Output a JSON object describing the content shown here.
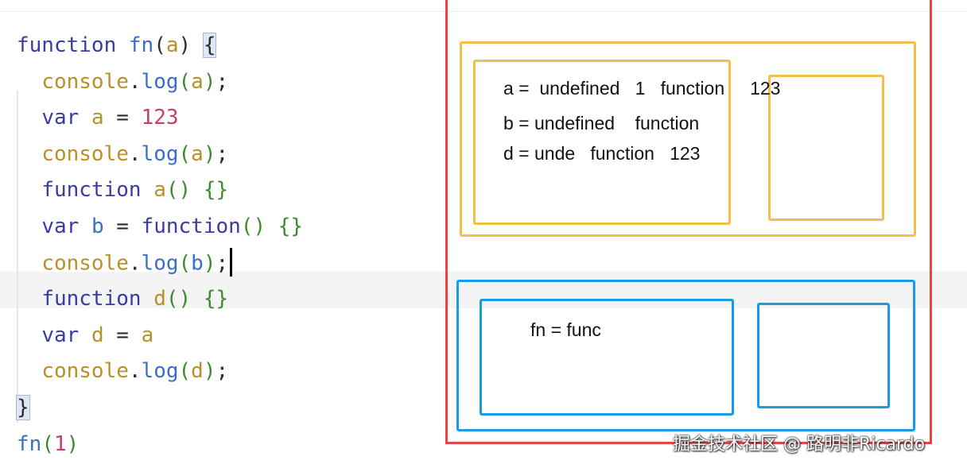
{
  "code": {
    "lines": [
      {
        "tokens": [
          {
            "t": "function",
            "c": "kw"
          },
          {
            "t": " ",
            "c": "plain"
          },
          {
            "t": "fn",
            "c": "fn"
          },
          {
            "t": "(",
            "c": "plain"
          },
          {
            "t": "a",
            "c": "param"
          },
          {
            "t": ") ",
            "c": "plain"
          },
          {
            "t": "{",
            "c": "plain",
            "hl": true
          }
        ]
      },
      {
        "tokens": [
          {
            "t": "  ",
            "c": "plain"
          },
          {
            "t": "console",
            "c": "obj"
          },
          {
            "t": ".",
            "c": "plain"
          },
          {
            "t": "log",
            "c": "method"
          },
          {
            "t": "(",
            "c": "paren"
          },
          {
            "t": "a",
            "c": "param"
          },
          {
            "t": ")",
            "c": "paren"
          },
          {
            "t": ";",
            "c": "plain"
          }
        ]
      },
      {
        "tokens": [
          {
            "t": "  ",
            "c": "plain"
          },
          {
            "t": "var",
            "c": "kw"
          },
          {
            "t": " ",
            "c": "plain"
          },
          {
            "t": "a",
            "c": "param"
          },
          {
            "t": " = ",
            "c": "plain"
          },
          {
            "t": "123",
            "c": "num"
          }
        ]
      },
      {
        "tokens": [
          {
            "t": "  ",
            "c": "plain"
          },
          {
            "t": "console",
            "c": "obj"
          },
          {
            "t": ".",
            "c": "plain"
          },
          {
            "t": "log",
            "c": "method"
          },
          {
            "t": "(",
            "c": "paren"
          },
          {
            "t": "a",
            "c": "param"
          },
          {
            "t": ")",
            "c": "paren"
          },
          {
            "t": ";",
            "c": "plain"
          }
        ]
      },
      {
        "tokens": [
          {
            "t": "  ",
            "c": "plain"
          },
          {
            "t": "function",
            "c": "kw"
          },
          {
            "t": " ",
            "c": "plain"
          },
          {
            "t": "a",
            "c": "param"
          },
          {
            "t": "() ",
            "c": "paren"
          },
          {
            "t": "{}",
            "c": "paren"
          }
        ]
      },
      {
        "tokens": [
          {
            "t": "  ",
            "c": "plain"
          },
          {
            "t": "var",
            "c": "kw"
          },
          {
            "t": " ",
            "c": "plain"
          },
          {
            "t": "b",
            "c": "fn"
          },
          {
            "t": " = ",
            "c": "plain"
          },
          {
            "t": "function",
            "c": "kw"
          },
          {
            "t": "() ",
            "c": "paren"
          },
          {
            "t": "{}",
            "c": "paren"
          }
        ]
      },
      {
        "tokens": [
          {
            "t": "  ",
            "c": "plain"
          },
          {
            "t": "console",
            "c": "obj"
          },
          {
            "t": ".",
            "c": "plain"
          },
          {
            "t": "log",
            "c": "method"
          },
          {
            "t": "(",
            "c": "paren"
          },
          {
            "t": "b",
            "c": "fn"
          },
          {
            "t": ")",
            "c": "paren"
          },
          {
            "t": ";",
            "c": "plain"
          }
        ],
        "cursor": true
      },
      {
        "tokens": [
          {
            "t": "  ",
            "c": "plain"
          },
          {
            "t": "function",
            "c": "kw"
          },
          {
            "t": " ",
            "c": "plain"
          },
          {
            "t": "d",
            "c": "param"
          },
          {
            "t": "() ",
            "c": "paren"
          },
          {
            "t": "{}",
            "c": "paren"
          }
        ]
      },
      {
        "tokens": [
          {
            "t": "  ",
            "c": "plain"
          },
          {
            "t": "var",
            "c": "kw"
          },
          {
            "t": " ",
            "c": "plain"
          },
          {
            "t": "d",
            "c": "param"
          },
          {
            "t": " = ",
            "c": "plain"
          },
          {
            "t": "a",
            "c": "param"
          }
        ]
      },
      {
        "tokens": [
          {
            "t": "  ",
            "c": "plain"
          },
          {
            "t": "console",
            "c": "obj"
          },
          {
            "t": ".",
            "c": "plain"
          },
          {
            "t": "log",
            "c": "method"
          },
          {
            "t": "(",
            "c": "paren"
          },
          {
            "t": "d",
            "c": "param"
          },
          {
            "t": ")",
            "c": "paren"
          },
          {
            "t": ";",
            "c": "plain"
          }
        ]
      },
      {
        "tokens": [
          {
            "t": "}",
            "c": "plain",
            "hl": true
          }
        ]
      },
      {
        "tokens": [
          {
            "t": "fn",
            "c": "fn"
          },
          {
            "t": "(",
            "c": "paren"
          },
          {
            "t": "1",
            "c": "num"
          },
          {
            "t": ")",
            "c": "paren"
          }
        ]
      }
    ]
  },
  "notes": {
    "a_line": "a =  undefined   1   function     123",
    "b_line": "b = undefined    function",
    "d_line": "d = unde   function   123",
    "fn_line": "fn = func"
  },
  "watermark": "掘金技术社区 @ 路明非Ricardo",
  "colors": {
    "red_box": "#e64545",
    "yellow_box": "#f2c045",
    "blue_box": "#1a9be6"
  }
}
